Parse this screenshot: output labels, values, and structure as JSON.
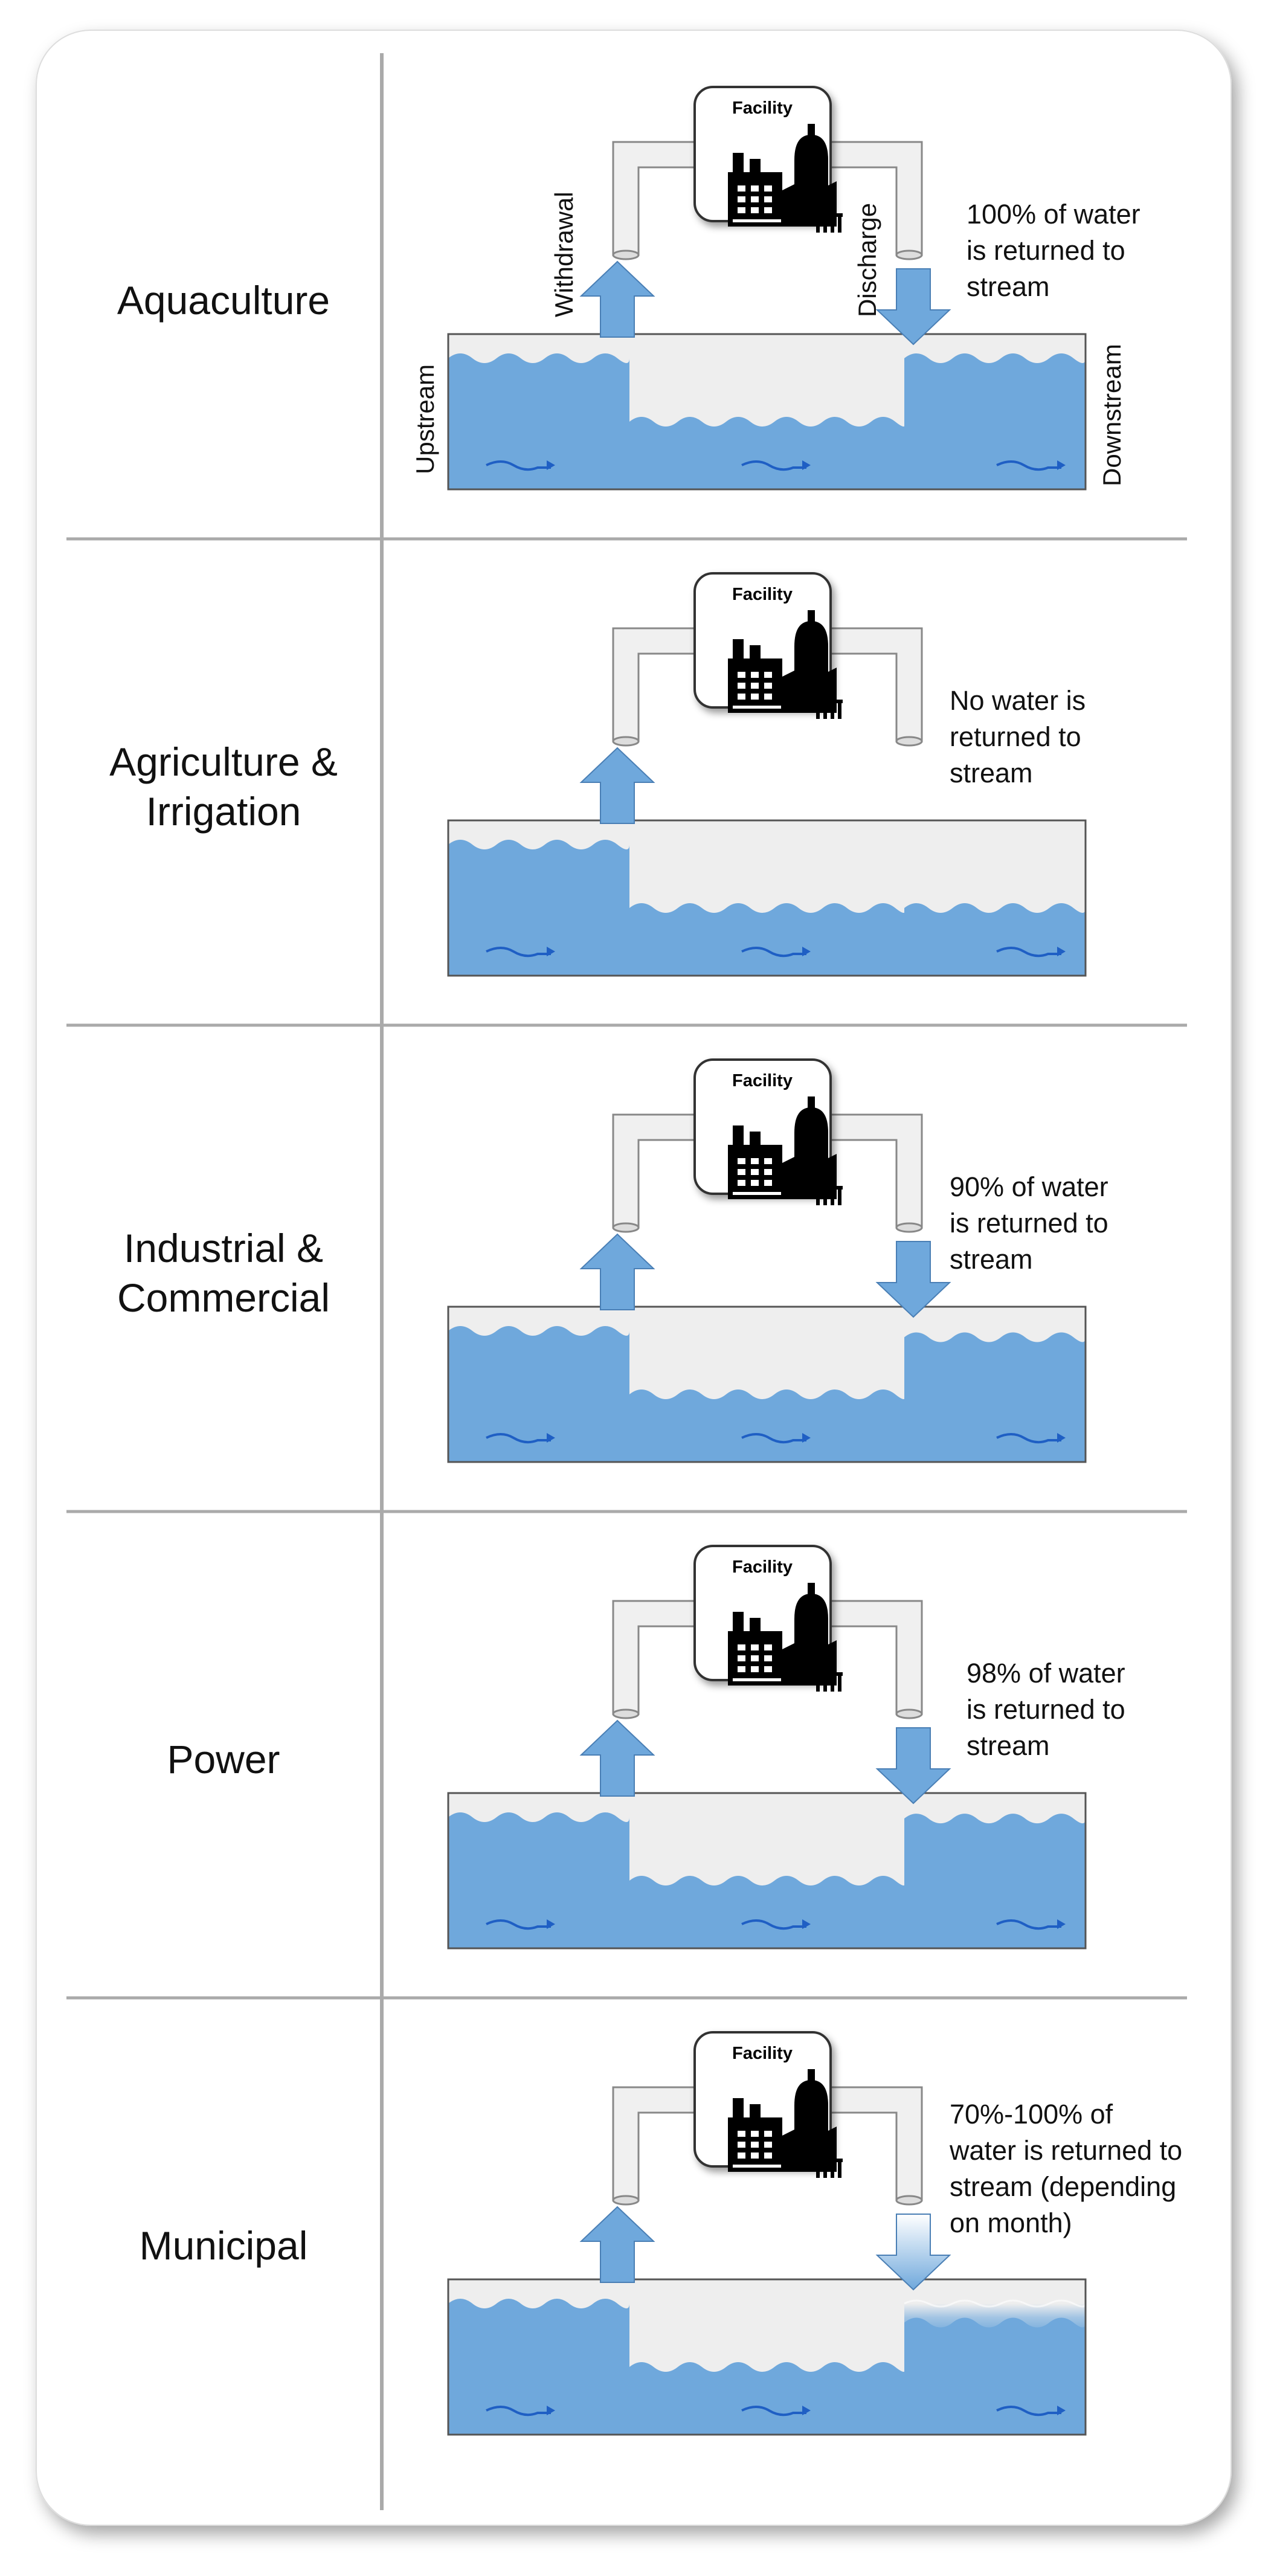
{
  "facility_label": "Facility",
  "labels": {
    "withdrawal": "Withdrawal",
    "discharge": "Discharge",
    "upstream": "Upstream",
    "downstream": "Downstream"
  },
  "sectors": [
    {
      "name_lines": [
        "Aquaculture"
      ],
      "note_lines": [
        "100% of water",
        "is returned to",
        "stream"
      ],
      "returned_percent": 100,
      "returned_max_percent": 100,
      "discharge": true,
      "variable_return": false,
      "show_flow_labels": true
    },
    {
      "name_lines": [
        "Agriculture &",
        "Irrigation"
      ],
      "note_lines": [
        "No water is",
        "returned to",
        "stream"
      ],
      "returned_percent": 0,
      "returned_max_percent": 0,
      "discharge": false,
      "variable_return": false,
      "show_flow_labels": false
    },
    {
      "name_lines": [
        "Industrial &",
        "Commercial"
      ],
      "note_lines": [
        "90% of water",
        "is returned to",
        "stream"
      ],
      "returned_percent": 90,
      "returned_max_percent": 90,
      "discharge": true,
      "variable_return": false,
      "show_flow_labels": false
    },
    {
      "name_lines": [
        "Power"
      ],
      "note_lines": [
        "98% of water",
        "is returned to",
        "stream"
      ],
      "returned_percent": 98,
      "returned_max_percent": 98,
      "discharge": true,
      "variable_return": false,
      "show_flow_labels": false
    },
    {
      "name_lines": [
        "Municipal"
      ],
      "note_lines": [
        "70%-100% of",
        "water is returned to",
        "stream (depending",
        "on month)"
      ],
      "returned_percent": 70,
      "returned_max_percent": 100,
      "discharge": true,
      "variable_return": true,
      "show_flow_labels": false
    }
  ],
  "colors": {
    "water": "#6fa8dc",
    "water_dark": "#1f5fc4",
    "arrow": "#6fa8dc",
    "pipe": "#f0f0f0",
    "channel_empty": "#eeeeee",
    "divider": "#aaaaaa",
    "outline": "#555555"
  }
}
